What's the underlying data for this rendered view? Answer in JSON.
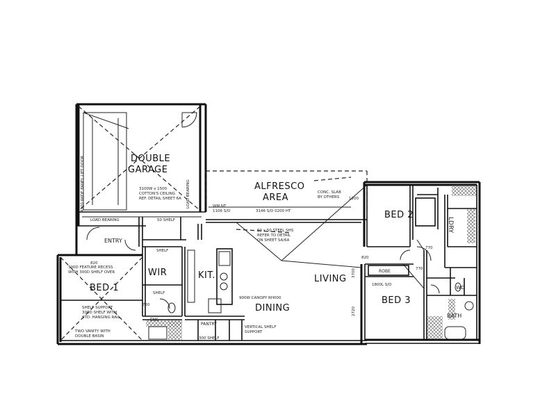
{
  "rooms": {
    "double_garage": [
      "DOUBLE",
      "GARAGE"
    ],
    "alfresco": [
      "ALFRESCO",
      "AREA"
    ],
    "bed1": "BED 1",
    "bed2": "BED 2",
    "bed3": "BED 3",
    "wir": "WIR",
    "kit": "KIT.",
    "dining": "DINING",
    "living": "LIVING",
    "entry": "ENTRY",
    "bath": "BATH",
    "ldry": "LDRY",
    "wc": "WC",
    "ens": "ENS",
    "pantry": "PANTRY",
    "robe": "ROBE"
  },
  "notes": {
    "garage_vertical": "4200 WIDE PANEL LIFT DOOR",
    "garage_ceiling": [
      "3100W x 1500",
      "COTTON'S CEILING",
      "REF. DETAIL SHEET 6A"
    ],
    "load_bearing_vert": "LOAD BEARING",
    "load_bearing": "LOAD BEARING",
    "shelf_50": "50 SHELF",
    "conc_slab": [
      "CONC. SLAB",
      "BY OTHERS"
    ],
    "alfresco_dim": "3146 S/D 0200 HT",
    "wm_nt": [
      "WM NT",
      "1106 S/D"
    ],
    "steel": [
      "50 x 50 STEEL SHS",
      "REFER TO DETAIL",
      "ON SHEET SA/6A"
    ],
    "niche": [
      "300D FEATURE RECESS",
      "WITH 300D SHELF OVER"
    ],
    "shelf_support": [
      "SHELF SUPPORT",
      "300D SHELF WITH",
      "STD. HANGING RAIL"
    ],
    "vanity": [
      "TWO VANITY WITH",
      "DOUBLE BASIN"
    ],
    "canopy": "900W CANOPY RH000",
    "vertical_shelf": [
      "VERTICAL SHELF",
      "SUPPORT"
    ],
    "robe_dim": "1800L S/D",
    "shelf_300": "300 SHELF",
    "shelf_label": "SHELF",
    "dims": {
      "d820": "820",
      "d720": "720",
      "d770": "770",
      "d2720": "2720",
      "d3700": "3700",
      "d1200": "1200"
    }
  }
}
